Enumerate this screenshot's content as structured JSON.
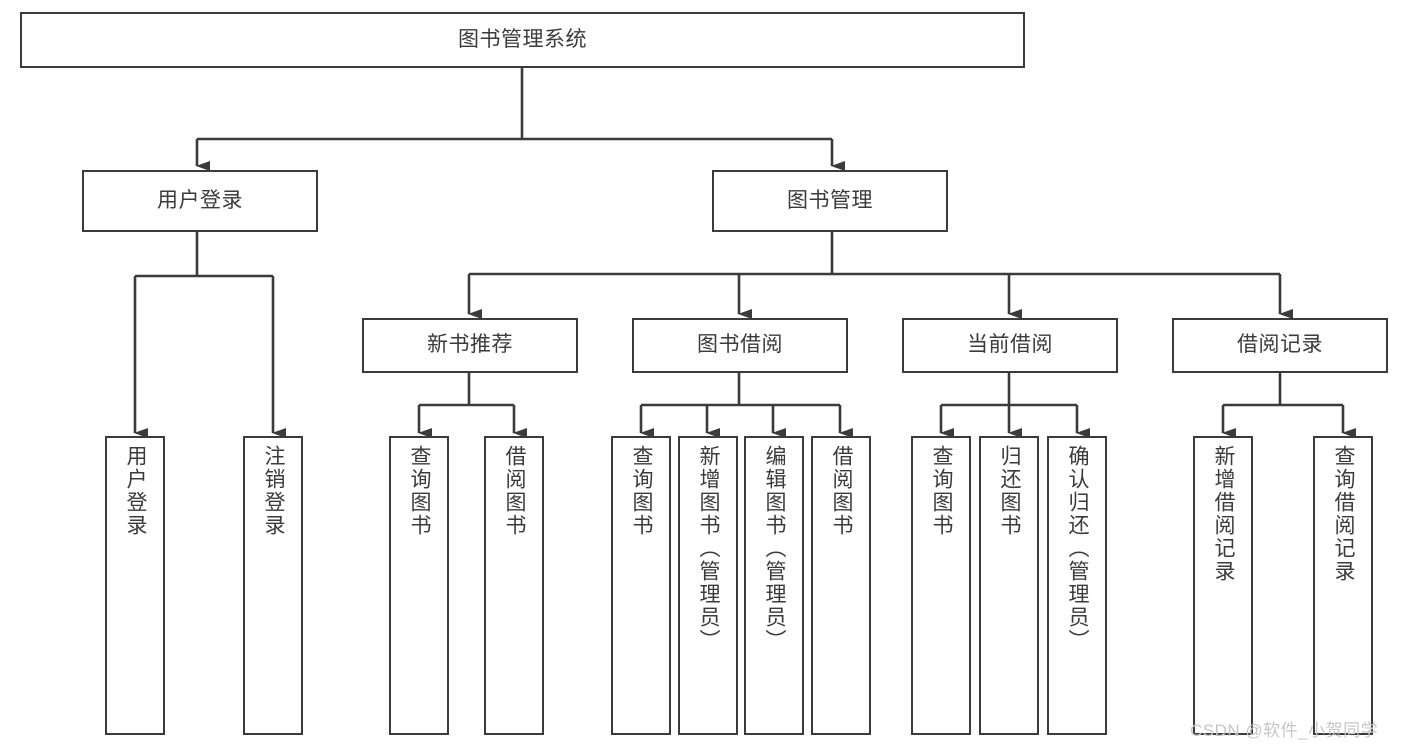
{
  "diagram": {
    "title": "图书管理系统",
    "type": "tree-hierarchy",
    "background_color": "#ffffff",
    "line_color": "#3b3b3b",
    "text_color": "#3b3b3b"
  },
  "root": {
    "label": "图书管理系统"
  },
  "level2": [
    {
      "label": "用户登录"
    },
    {
      "label": "图书管理"
    }
  ],
  "level3": [
    {
      "label": "新书推荐"
    },
    {
      "label": "图书借阅"
    },
    {
      "label": "当前借阅"
    },
    {
      "label": "借阅记录"
    }
  ],
  "leaves": {
    "user_login": [
      {
        "label": "用户登录"
      },
      {
        "label": "注销登录"
      }
    ],
    "new_book_recommend": [
      {
        "label": "查询图书"
      },
      {
        "label": "借阅图书"
      }
    ],
    "book_borrow": [
      {
        "label": "查询图书"
      },
      {
        "label": "新增图书（管理员）"
      },
      {
        "label": "编辑图书（管理员）"
      },
      {
        "label": "借阅图书"
      }
    ],
    "current_borrow": [
      {
        "label": "查询图书"
      },
      {
        "label": "归还图书"
      },
      {
        "label": "确认归还（管理员）"
      }
    ],
    "borrow_record": [
      {
        "label": "新增借阅记录"
      },
      {
        "label": "查询借阅记录"
      }
    ]
  },
  "watermark": {
    "text": "CSDN @软件_小贺同学",
    "color": "#c6c6c6"
  }
}
